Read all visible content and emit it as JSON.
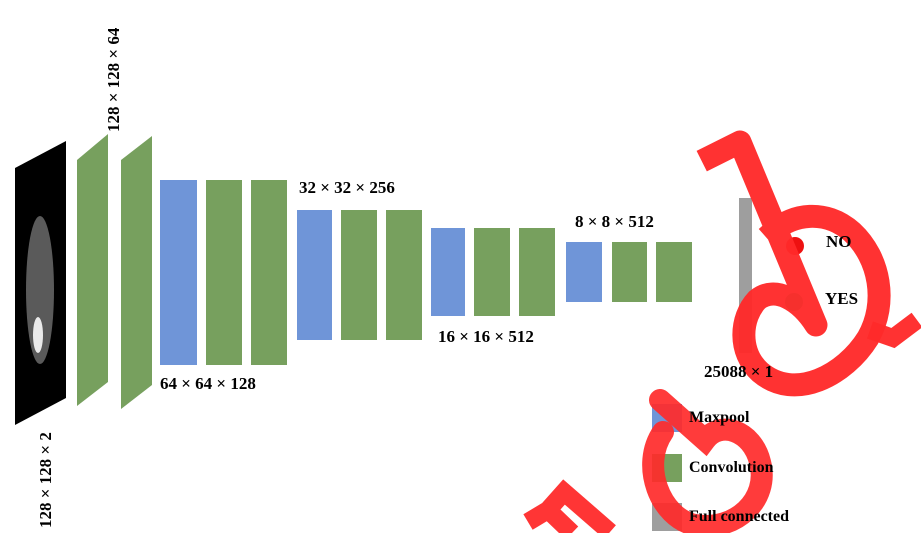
{
  "labels": {
    "input_size": "128 × 128 × 2",
    "conv1_size": "128 × 128 × 64",
    "block2_size": "64 × 64 × 128",
    "block3_size": "32 × 32 × 256",
    "block4_size": "16 × 16 × 512",
    "block5_size": "8 × 8 × 512",
    "fc_size": "25088 × 1"
  },
  "outputs": [
    {
      "label": "NO",
      "color": "#ee1111"
    },
    {
      "label": "YES",
      "color": "#22bb77"
    }
  ],
  "legend": [
    {
      "label": "Maxpool",
      "color": "#6f95d8"
    },
    {
      "label": "Convolution",
      "color": "#77a05e"
    },
    {
      "label": "Full connected",
      "color": "#9e9e9e"
    }
  ],
  "colors": {
    "maxpool": "#6f95d8",
    "convolution": "#77a05e",
    "full_connected": "#9e9e9e",
    "overlay_stroke": "#ff2a2a"
  }
}
